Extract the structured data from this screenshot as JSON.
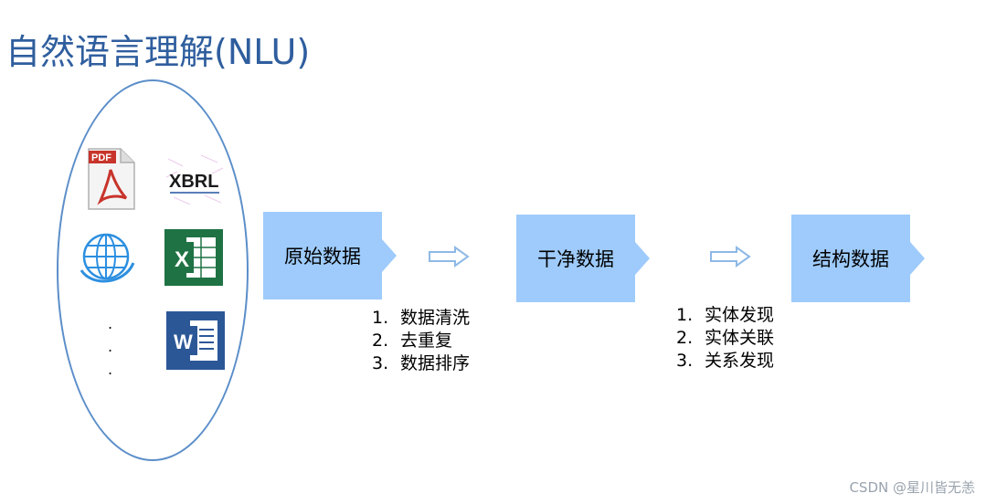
{
  "title": "自然语言理解(NLU)",
  "colors": {
    "title": "#2F5E9E",
    "ellipse": "#5B8EC9",
    "stage_fill": "#9ECBFB",
    "arrow": "#8EB9E6"
  },
  "sources": {
    "icons": [
      "pdf-icon",
      "xbrl-icon",
      "globe-icon",
      "excel-icon",
      "word-icon"
    ],
    "pdf_label": "PDF",
    "xbrl_label": "XBRL",
    "excel_label": "X",
    "word_label": "W",
    "ellipsis": [
      ".",
      ".",
      "."
    ]
  },
  "stages": [
    {
      "label": "原始数据"
    },
    {
      "label": "干净数据"
    },
    {
      "label": "结构数据"
    }
  ],
  "steps_1": [
    {
      "num": "1.",
      "text": "数据清洗"
    },
    {
      "num": "2.",
      "text": "去重复"
    },
    {
      "num": "3.",
      "text": "数据排序"
    }
  ],
  "steps_2": [
    {
      "num": "1.",
      "text": "实体发现"
    },
    {
      "num": "2.",
      "text": "实体关联"
    },
    {
      "num": "3.",
      "text": "关系发现"
    }
  ],
  "watermark": "CSDN @星川皆无恙"
}
